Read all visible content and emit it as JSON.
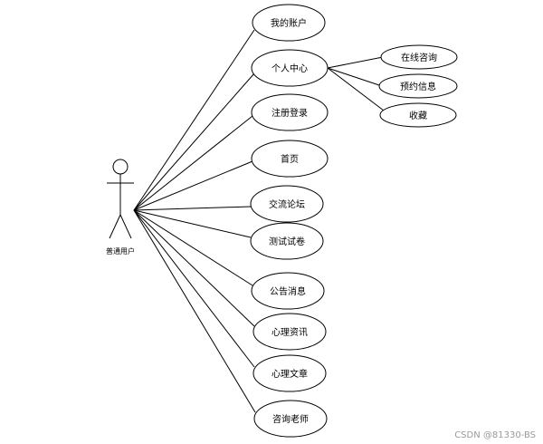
{
  "actor": {
    "name": "普通用户"
  },
  "use_cases": [
    {
      "id": "my-account",
      "label": "我的账户"
    },
    {
      "id": "personal-center",
      "label": "个人中心"
    },
    {
      "id": "register-login",
      "label": "注册登录"
    },
    {
      "id": "home",
      "label": "首页"
    },
    {
      "id": "forum",
      "label": "交流论坛"
    },
    {
      "id": "test-paper",
      "label": "测试试卷"
    },
    {
      "id": "announcement",
      "label": "公告消息"
    },
    {
      "id": "psych-news",
      "label": "心理资讯"
    },
    {
      "id": "psych-article",
      "label": "心理文章"
    },
    {
      "id": "consult-teacher",
      "label": "咨询老师"
    }
  ],
  "sub_use_cases": [
    {
      "id": "online-consult",
      "label": "在线咨询"
    },
    {
      "id": "booking-info",
      "label": "预约信息"
    },
    {
      "id": "favorites",
      "label": "收藏"
    }
  ],
  "watermark": "CSDN @81330-BS"
}
